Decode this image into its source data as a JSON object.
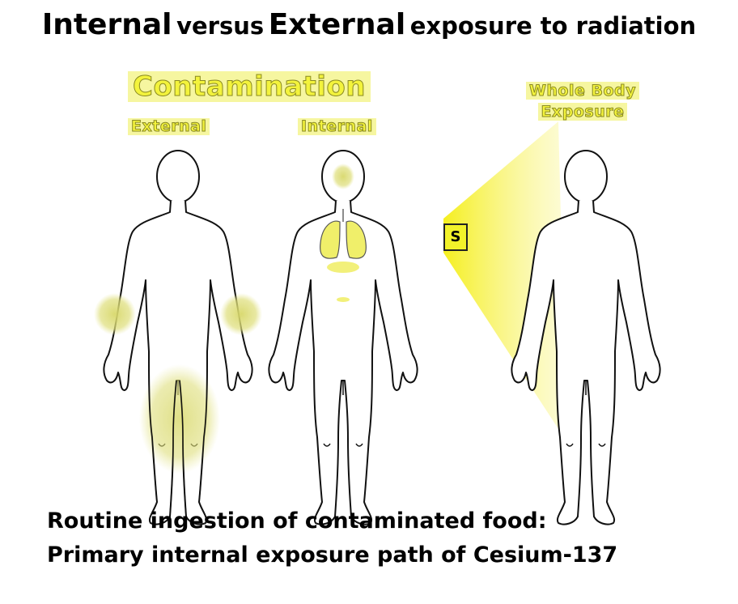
{
  "title": {
    "part1": "Internal",
    "part2": "versus",
    "part3": "External",
    "part4": "exposure to radiation"
  },
  "labels": {
    "contamination": "Contamination",
    "external": "External",
    "internal": "Internal",
    "whole_body_line1": "Whole Body",
    "whole_body_line2": "Exposure",
    "source": "S"
  },
  "caption": {
    "line1": "Routine ingestion of contaminated food:",
    "line2": "Primary internal exposure path of Cesium-137"
  },
  "colors": {
    "highlight": "#f3f33c",
    "contamination_spot": "#d9d96a",
    "beam": "#f7f23a"
  }
}
